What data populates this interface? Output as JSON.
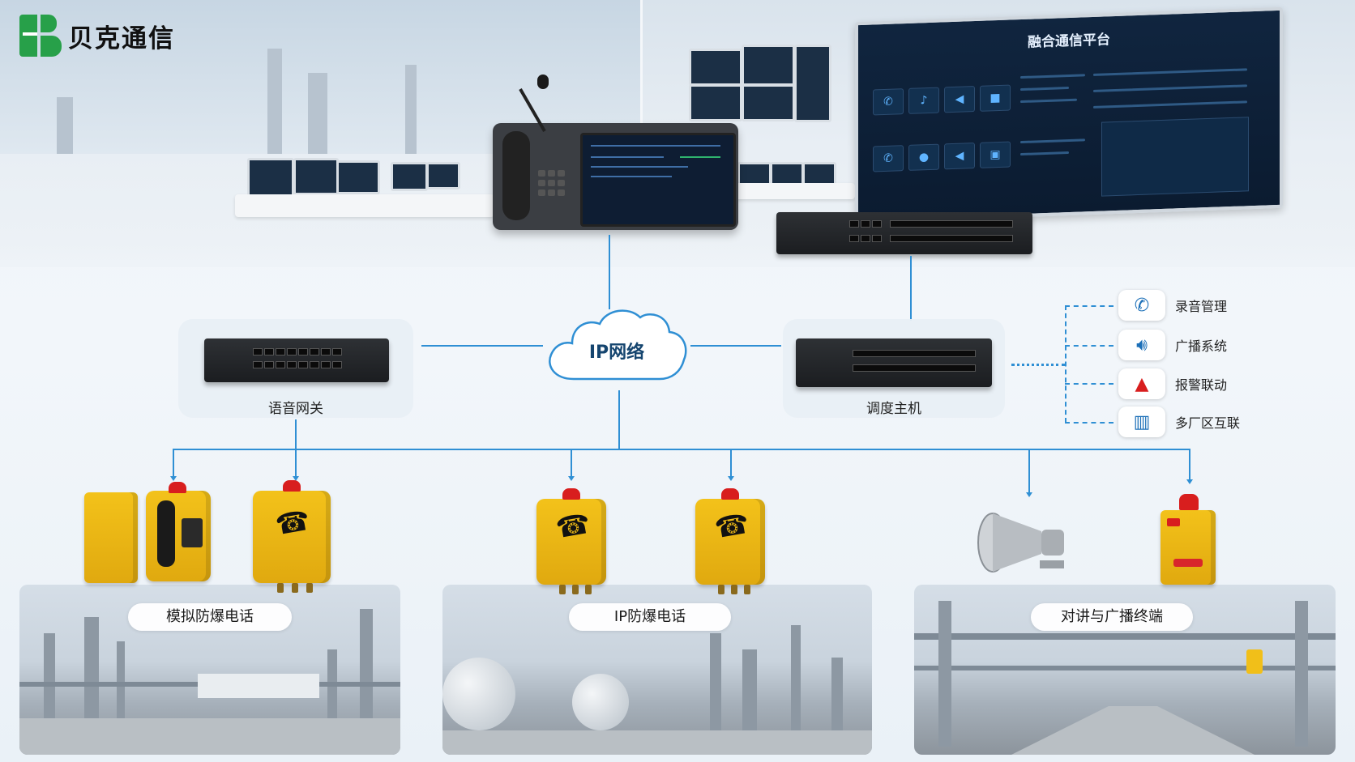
{
  "brand": {
    "name": "贝克通信",
    "color": "#27a049"
  },
  "screen": {
    "title": "融合通信平台"
  },
  "network": {
    "cloud_label": "IP网络",
    "line_color": "#2f8fd4"
  },
  "devices": {
    "voice_gateway": "语音网关",
    "dispatch_host": "调度主机"
  },
  "services": [
    {
      "label": "录音管理",
      "icon": "phone-icon"
    },
    {
      "label": "广播系统",
      "icon": "speaker-icon"
    },
    {
      "label": "报警联动",
      "icon": "alarm-light-icon"
    },
    {
      "label": "多厂区互联",
      "icon": "building-icon"
    }
  ],
  "terminals": {
    "analog": "模拟防爆电话",
    "ip": "IP防爆电话",
    "intercom": "对讲与广播终端"
  }
}
